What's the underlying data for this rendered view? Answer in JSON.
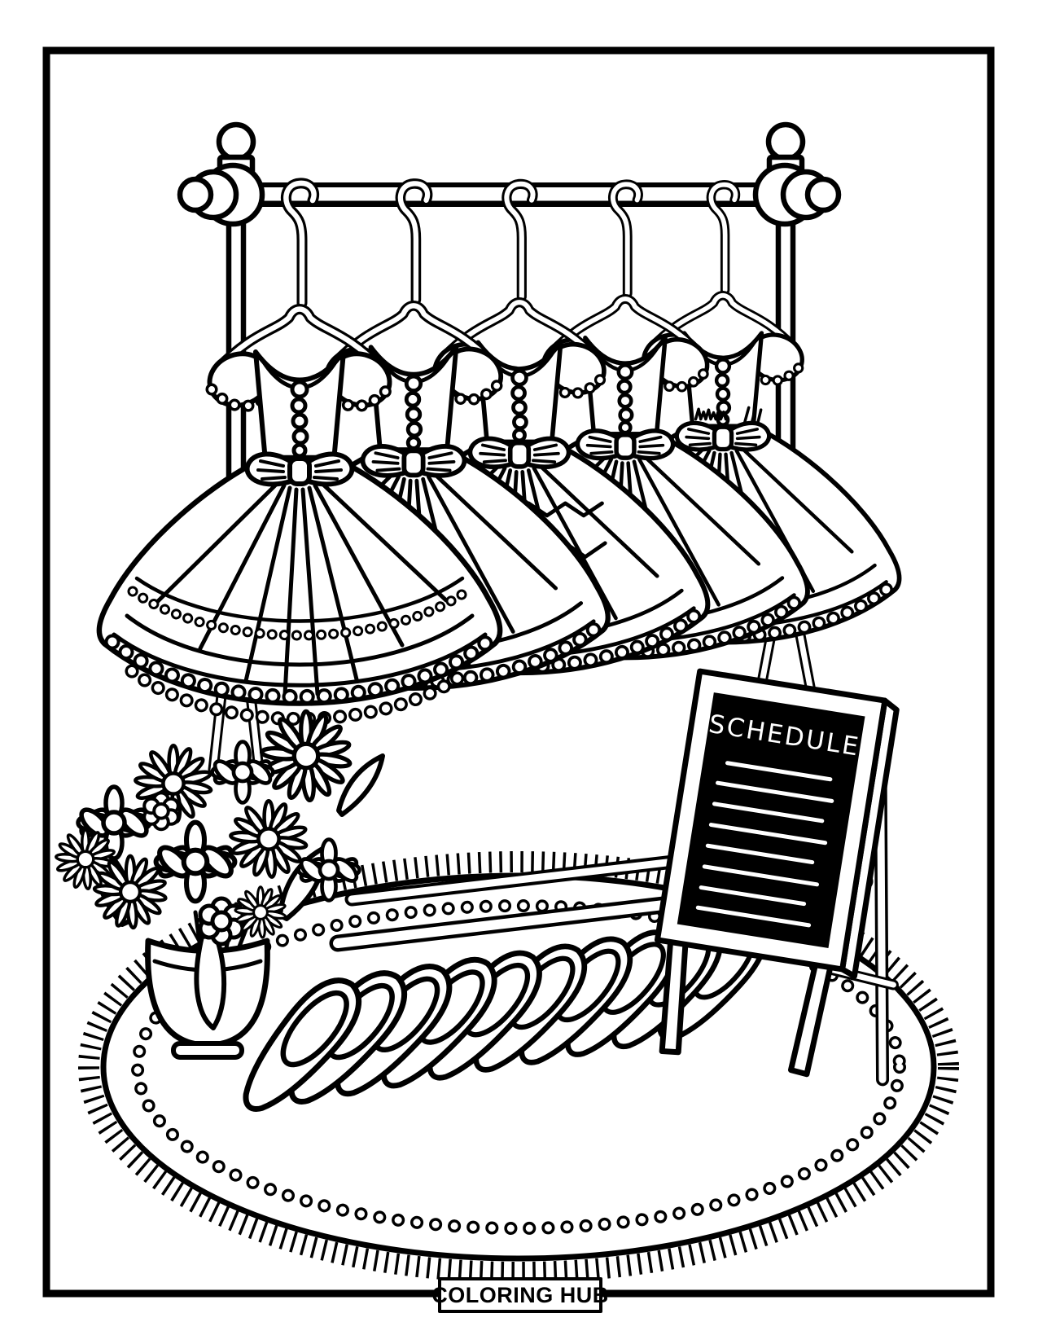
{
  "page": {
    "background": "#ffffff",
    "ink": "#000000",
    "kind": "coloring-page"
  },
  "board": {
    "title": "SCHEDULE",
    "blank_line_count": 8,
    "board_color": "#000000",
    "chalk_color": "#ffffff"
  },
  "footer": {
    "brand": "COLORING HUB"
  },
  "scene": {
    "dress_count": 5,
    "hanger_count": 5,
    "slipper_count": 10,
    "flower_count": 12,
    "icons": [
      "clothes-rack-icon",
      "tutu-dress-icon",
      "hanger-icon",
      "flower-bouquet-icon",
      "vase-icon",
      "ballet-slipper-icon",
      "ballet-barre-icon",
      "easel-chalkboard-icon",
      "oval-rug-icon"
    ]
  }
}
